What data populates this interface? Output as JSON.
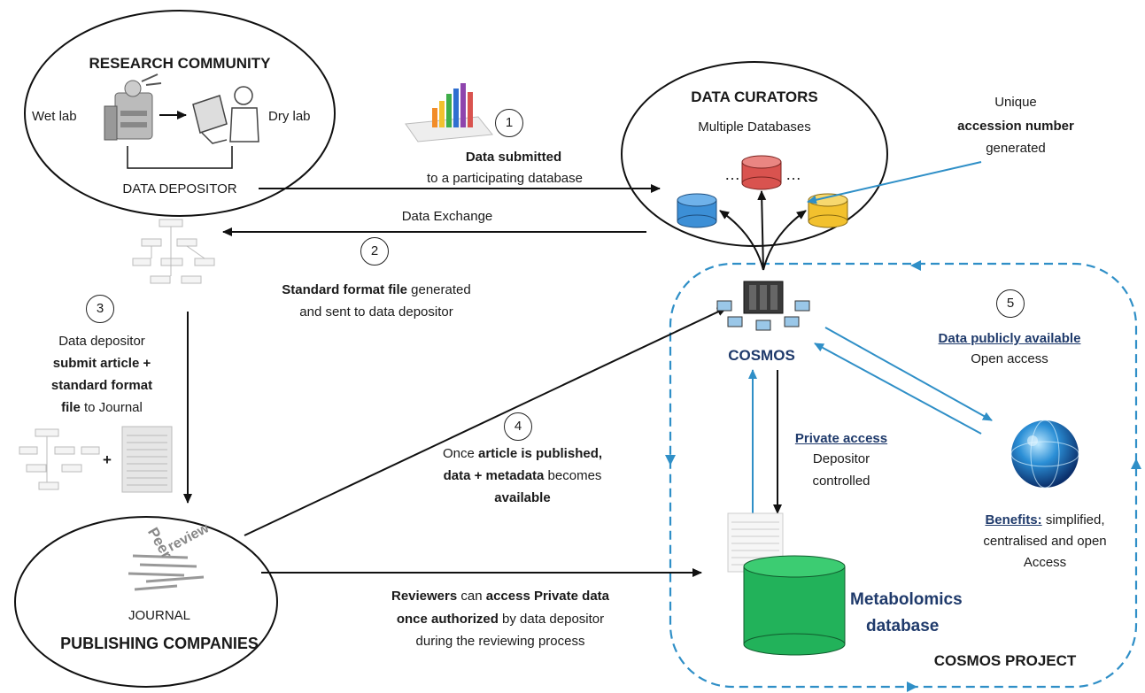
{
  "research": {
    "title": "RESEARCH COMMUNITY",
    "wet_lab": "Wet lab",
    "dry_lab": "Dry lab",
    "depositor": "DATA DEPOSITOR"
  },
  "curators": {
    "title": "DATA CURATORS",
    "subtitle": "Multiple Databases",
    "dots_left": "…",
    "dots_right": "…"
  },
  "accession": {
    "line1": "Unique",
    "line2_bold": "accession number",
    "line3": "generated"
  },
  "step1": {
    "num": "1",
    "bold": "Data submitted",
    "text": "to a participating database"
  },
  "exchange": {
    "label": "Data Exchange"
  },
  "step2": {
    "num": "2",
    "bold": "Standard format file",
    "text1": " generated",
    "text2": "and sent to data depositor"
  },
  "step3": {
    "num": "3",
    "line1": "Data depositor",
    "line2": "submit article +",
    "line3": "standard format",
    "line4_bold": "file",
    "line4": " to Journal",
    "plus": "+"
  },
  "step4": {
    "num": "4",
    "l1a": "Once ",
    "l1b": "article is published,",
    "l2a": "data + metadata",
    "l2b": " becomes",
    "l3": "available"
  },
  "step5": {
    "num": "5",
    "title": "Data publicly available",
    "sub": "Open access"
  },
  "cosmos": {
    "label": "COSMOS"
  },
  "private": {
    "title": "Private access",
    "line2": "Depositor",
    "line3": "controlled"
  },
  "benefits": {
    "title": "Benefits:",
    "l1": " simplified,",
    "l2": "centralised and open",
    "l3": "Access"
  },
  "metabolomics": {
    "line1": "Metabolomics",
    "line2": "database"
  },
  "project": {
    "label": "COSMOS PROJECT"
  },
  "journal": {
    "label": "JOURNAL",
    "title": "PUBLISHING COMPANIES",
    "word_review": "review",
    "word_peer": "Peer"
  },
  "reviewers": {
    "l1a": "Reviewers",
    "l1b": " can ",
    "l1c": "access Private data",
    "l2a": "once authorized",
    "l2b": " by data depositor",
    "l3": "during the reviewing process"
  },
  "colors": {
    "blue": "#2f8fc7",
    "navy": "#1f3a6b",
    "green": "#22b25a",
    "red": "#d9534f",
    "yellow": "#f2c12e",
    "db_blue": "#3c8fd6"
  }
}
